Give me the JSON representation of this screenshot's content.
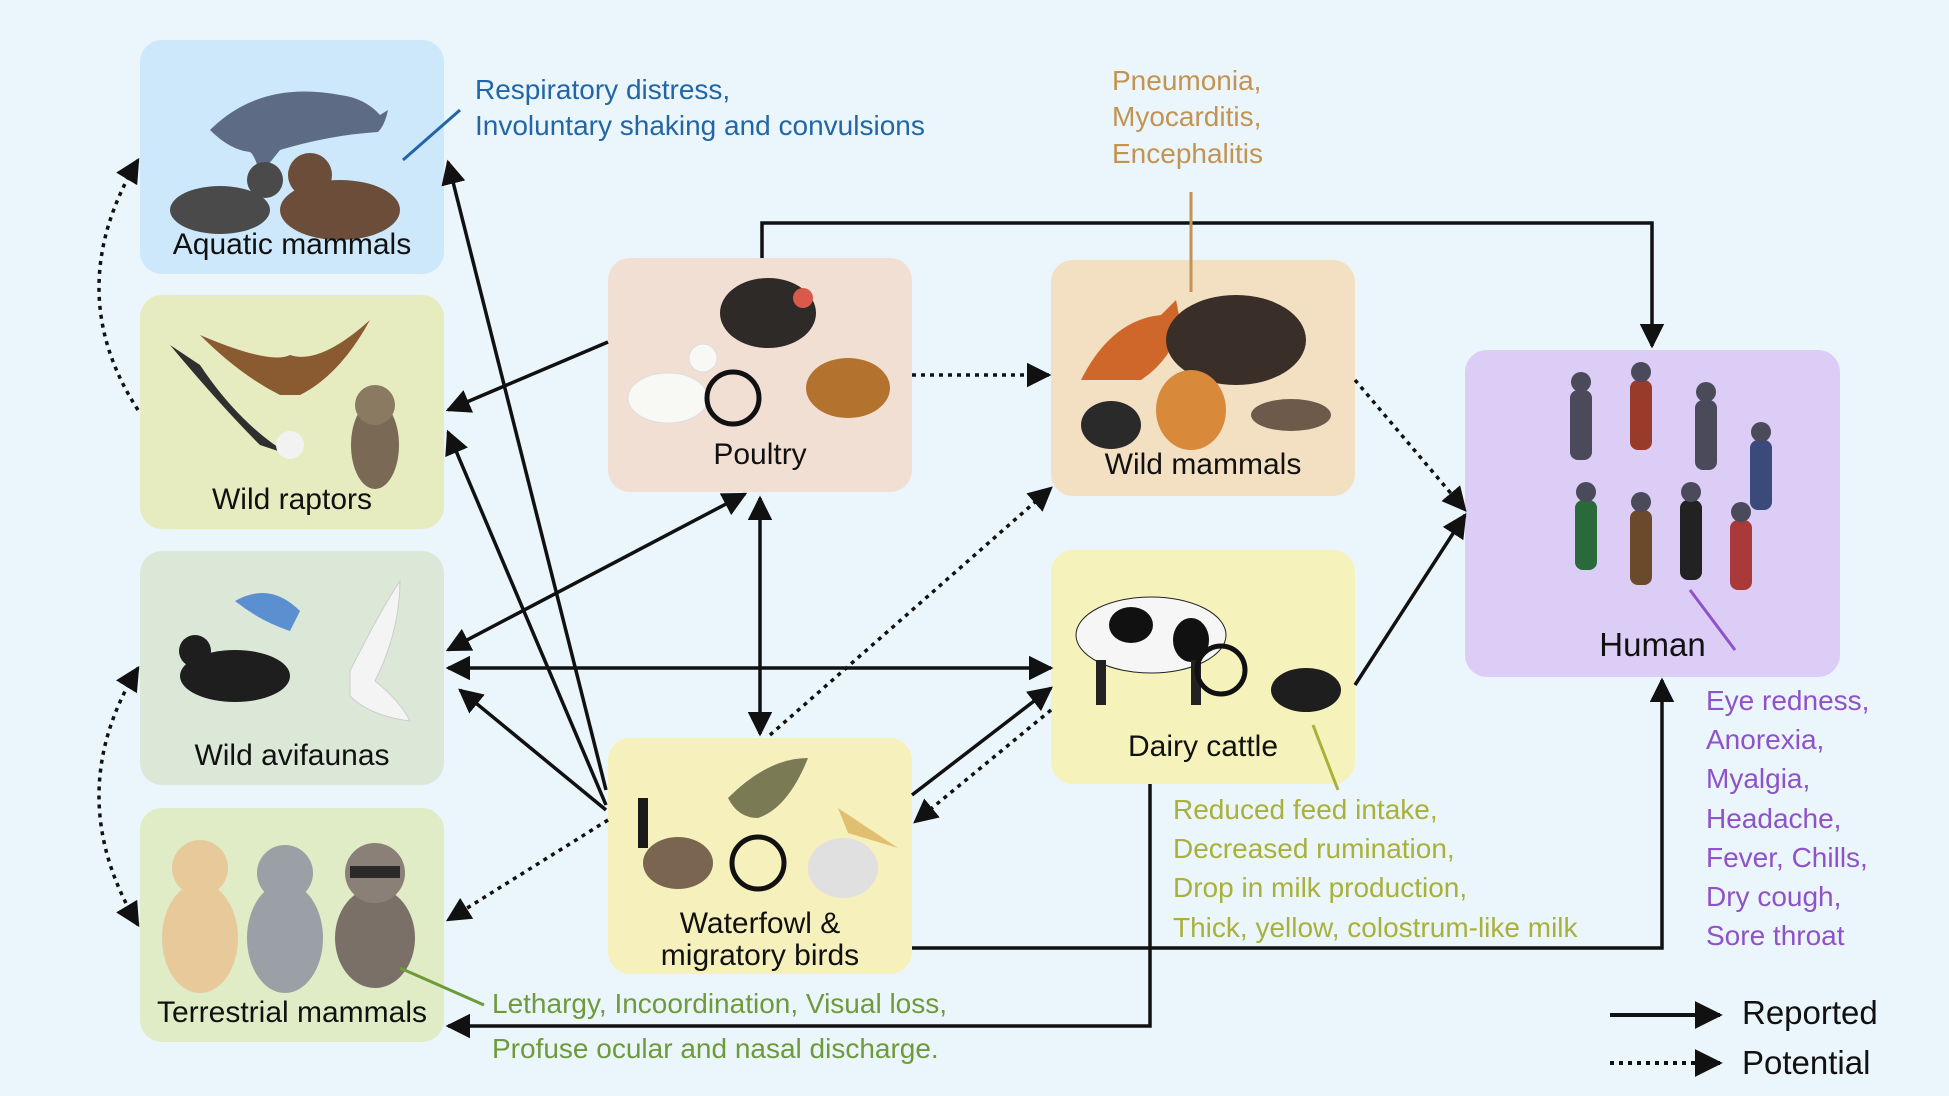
{
  "nodes": {
    "aquatic": {
      "label": "Aquatic mammals",
      "color": "#cde7fb",
      "icon": "dolphin-sealion-walrus-picture"
    },
    "raptors": {
      "label": "Wild raptors",
      "color": "#e6ecc0",
      "icon": "eagle-falcon-owl-picture"
    },
    "avifaunas": {
      "label": "Wild avifaunas",
      "color": "#dbe8d8",
      "icon": "crow-bluebird-dove-picture"
    },
    "terrestrial": {
      "label": "Terrestrial mammals",
      "color": "#dfecc6",
      "icon": "dog-cat-raccoon-picture"
    },
    "poultry": {
      "label": "Poultry",
      "color": "#f2dfd4",
      "icon": "turkey-duck-chicken-picture"
    },
    "waterfowl": {
      "label": "Waterfowl &",
      "label2": "migratory birds",
      "color": "#f6f0bc",
      "icon": "duck-goose-pelican-picture"
    },
    "wild_mammals": {
      "label": "Wild mammals",
      "color": "#f3dfc1",
      "icon": "fox-bear-tiger-otter-picture"
    },
    "dairy": {
      "label": "Dairy cattle",
      "color": "#f6f2bb",
      "icon": "cow-calf-picture"
    },
    "human": {
      "label": "Human",
      "color": "#dccdf6",
      "icon": "people-crowd-picture"
    }
  },
  "symptoms": {
    "aquatic": {
      "color": "#2266a6",
      "lines": [
        "Respiratory distress,",
        "Involuntary shaking and convulsions"
      ]
    },
    "wild_mammals": {
      "color": "#c39352",
      "lines": [
        "Pneumonia,",
        "Myocarditis,",
        "Encephalitis"
      ]
    },
    "dairy": {
      "color": "#a9b13a",
      "lines": [
        "Reduced feed intake,",
        "Decreased rumination,",
        "Drop in milk production,",
        "Thick, yellow, colostrum-like milk"
      ]
    },
    "human": {
      "color": "#8f52c8",
      "lines": [
        "Eye redness,",
        "Anorexia,",
        "Myalgia,",
        "Headache,",
        "Fever, Chills,",
        "Dry cough,",
        "Sore throat"
      ]
    },
    "terrestrial": {
      "color": "#6e9a3a",
      "lines": [
        "Lethargy, Incoordination, Visual loss,",
        "Profuse ocular and nasal discharge."
      ]
    }
  },
  "legend": {
    "reported": "Reported",
    "potential": "Potential"
  }
}
